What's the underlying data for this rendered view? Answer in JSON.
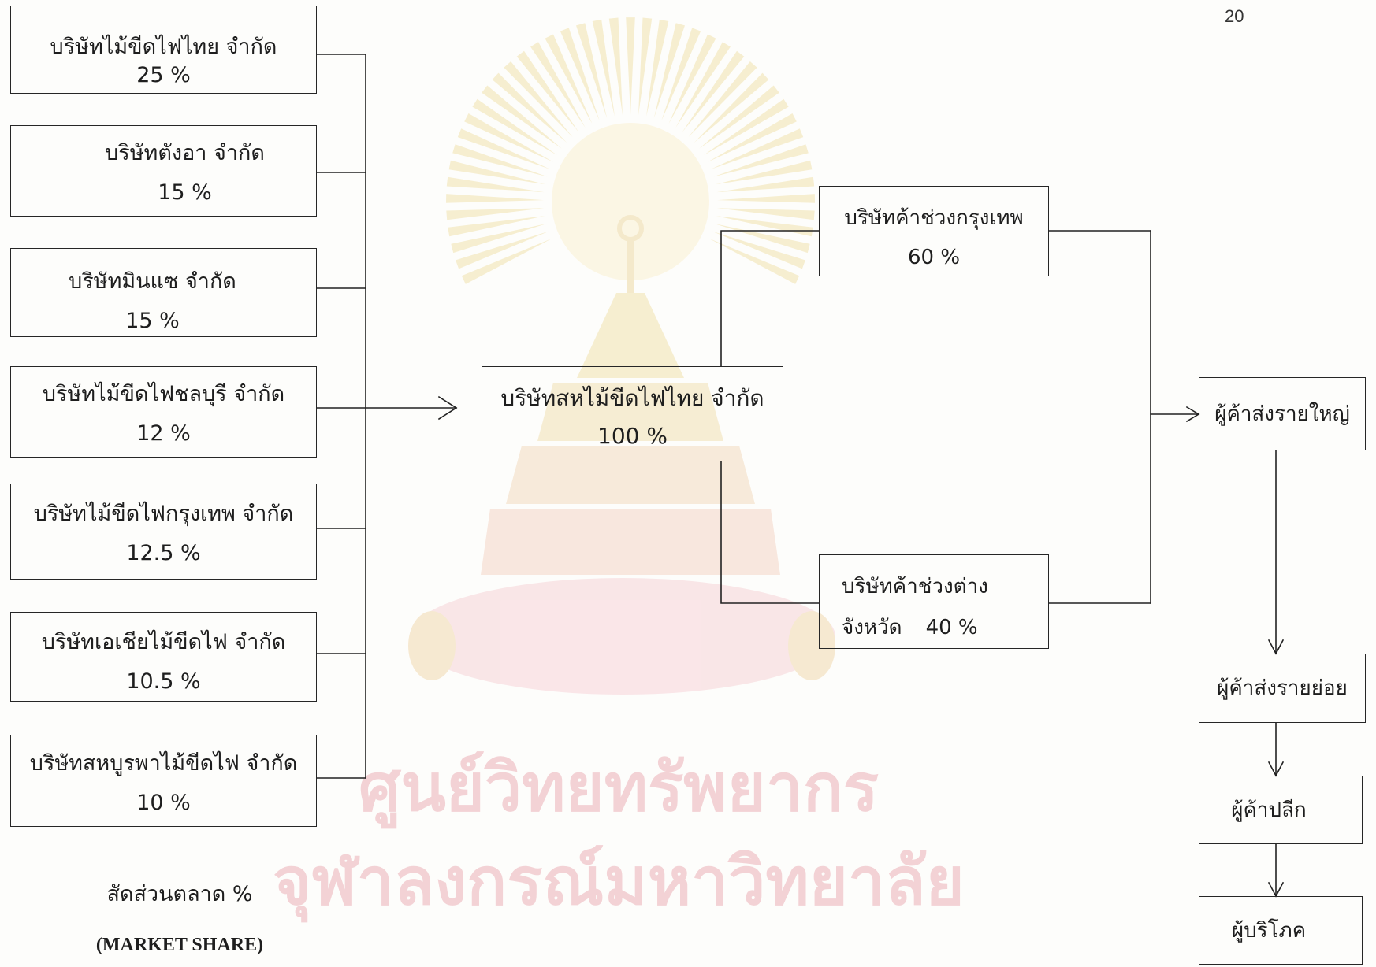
{
  "page_number": "20",
  "diagram": {
    "producers": [
      {
        "name": "บริษัทไม้ขีดไฟไทย จำกัด",
        "share": "25 %"
      },
      {
        "name": "บริษัทตังอา จำกัด",
        "share": "15 %"
      },
      {
        "name": "บริษัทมินแซ จำกัด",
        "share": "15 %"
      },
      {
        "name": "บริษัทไม้ขีดไฟชลบุรี จำกัด",
        "share": "12 %"
      },
      {
        "name": "บริษัทไม้ขีดไฟกรุงเทพ จำกัด",
        "share": "12.5 %"
      },
      {
        "name": "บริษัทเอเชียไม้ขีดไฟ จำกัด",
        "share": "10.5 %"
      },
      {
        "name": "บริษัทสหบูรพาไม้ขีดไฟ จำกัด",
        "share": "10 %"
      }
    ],
    "distributor": {
      "name": "บริษัทสหไม้ขีดไฟไทย จำกัด",
      "share": "100 %"
    },
    "sub_distributors": [
      {
        "name": "บริษัทค้าช่วงกรุงเทพ",
        "share": "60 %"
      },
      {
        "name": "บริษัทค้าช่วงต่าง",
        "name_line2": "จังหวัด",
        "share": "40 %"
      }
    ],
    "trade_chain": [
      "ผู้ค้าส่งรายใหญ่",
      "ผู้ค้าส่งรายย่อย",
      "ผู้ค้าปลีก",
      "ผู้บริโภค"
    ]
  },
  "legend": {
    "line1": "สัดส่วนตลาด %",
    "line2": "(MARKET SHARE)"
  },
  "watermark": {
    "line1": "ศูนย์วิทยทรัพยากร",
    "line2": "จุฬาลงกรณ์มหาวิทยาลัย"
  },
  "colors": {
    "ink": "#1e1e1e",
    "watermark_pink": "#f3d2d5",
    "watermark_gold": "#f1e2ae"
  }
}
